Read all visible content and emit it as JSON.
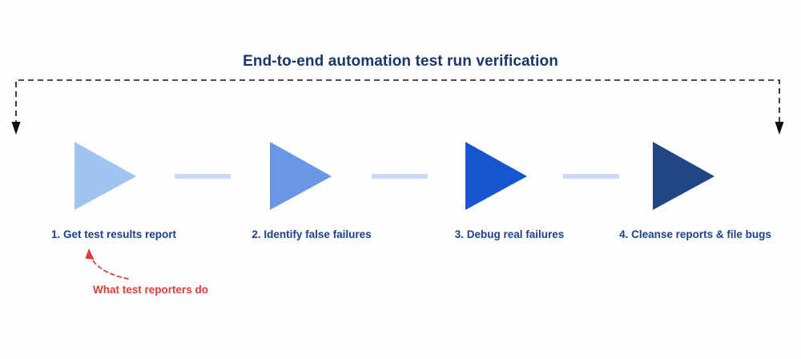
{
  "diagram": {
    "title": "End-to-end automation test run verification",
    "background_color": "#fdfdfd",
    "title_color": "#1a3668",
    "label_color": "#1a4287",
    "connector_color": "#c9d9f7",
    "loop_arrow_color": "#111111"
  },
  "stages": [
    {
      "index": "1",
      "label": "1. Get test results report",
      "shape": "right-triangle-arrow",
      "color": "#a2c2f2"
    },
    {
      "index": "2",
      "label": "2. Identify false failures",
      "shape": "right-triangle-arrow",
      "color": "#6a97e5"
    },
    {
      "index": "3",
      "label": "3. Debug real failures",
      "shape": "right-triangle-arrow",
      "color": "#1756ce"
    },
    {
      "index": "4",
      "label": "4. Cleanse reports & file bugs",
      "shape": "right-triangle-arrow",
      "color": "#214585"
    }
  ],
  "annotation": {
    "text": "What test reporters do",
    "color": "#e03a3a",
    "arrow_style": "curved-dashed",
    "points_to": "1. Get test results report"
  }
}
